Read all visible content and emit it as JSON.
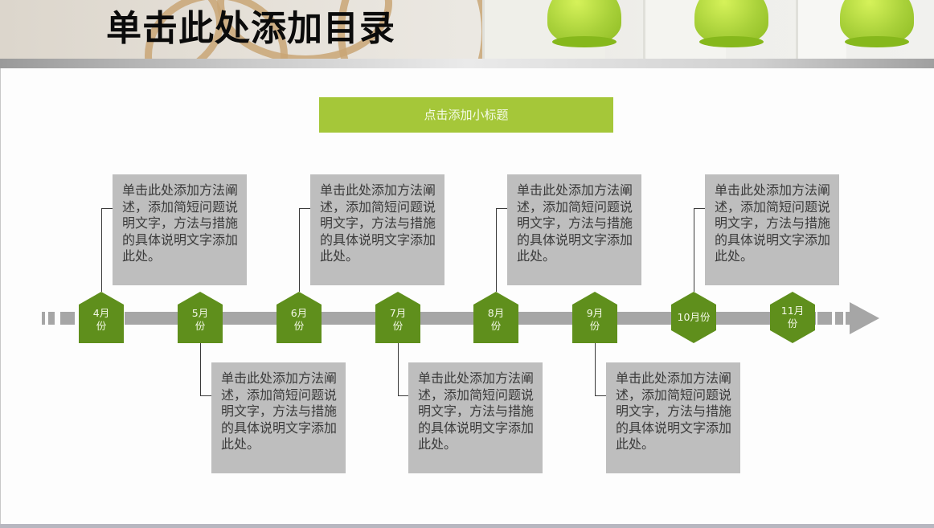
{
  "header": {
    "title": "单击此处添加目录"
  },
  "subtitle": {
    "label": "点击添加小标题",
    "color": "#a5c739"
  },
  "timeline": {
    "node_color": "#5f8f1c",
    "axis_color": "#a6a6a6",
    "nodes": [
      {
        "label": "4月份",
        "line1": "4月",
        "line2": "份"
      },
      {
        "label": "5月份",
        "line1": "5月",
        "line2": "份"
      },
      {
        "label": "6月份",
        "line1": "6月",
        "line2": "份"
      },
      {
        "label": "7月份",
        "line1": "7月",
        "line2": "份"
      },
      {
        "label": "8月份",
        "line1": "8月",
        "line2": "份"
      },
      {
        "label": "9月份",
        "line1": "9月",
        "line2": "份"
      },
      {
        "label": "10月份",
        "line1": "10月份",
        "line2": ""
      },
      {
        "label": "11月份",
        "line1": "11月",
        "line2": "份"
      }
    ],
    "boxes_top": [
      {
        "month": "4月份",
        "text": "单击此处添加方法阐述，添加简短问题说明文字，方法与措施的具体说明文字添加此处。"
      },
      {
        "month": "6月份",
        "text": "单击此处添加方法阐述，添加简短问题说明文字，方法与措施的具体说明文字添加此处。"
      },
      {
        "month": "8月份",
        "text": "单击此处添加方法阐述，添加简短问题说明文字，方法与措施的具体说明文字添加此处。"
      },
      {
        "month": "10月份",
        "text": "单击此处添加方法阐述，添加简短问题说明文字，方法与措施的具体说明文字添加此处。"
      }
    ],
    "boxes_bottom": [
      {
        "month": "5月份",
        "text": "单击此处添加方法阐述，添加简短问题说明文字，方法与措施的具体说明文字添加此处。"
      },
      {
        "month": "7月份",
        "text": "单击此处添加方法阐述，添加简短问题说明文字，方法与措施的具体说明文字添加此处。"
      },
      {
        "month": "9月份",
        "text": "单击此处添加方法阐述，添加简短问题说明文字，方法与措施的具体说明文字添加此处。"
      }
    ]
  }
}
